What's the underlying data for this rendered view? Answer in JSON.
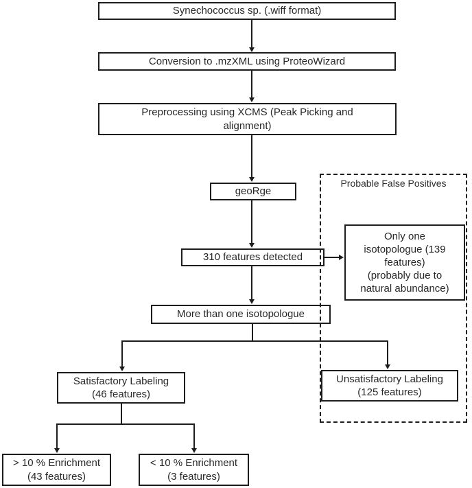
{
  "diagram": {
    "type": "flowchart",
    "nodes": {
      "synechococcus": "Synechococcus sp. (.wiff format)",
      "conversion": "Conversion to .mzXML using ProteoWizard",
      "preprocessing": "Preprocessing using XCMS (Peak Picking and\nalignment)",
      "george": "geoRge",
      "features_detected": "310 features detected",
      "more_than_one": "More than one  isotopologue",
      "only_one_isotopologue": "Only one\nisotopologue (139\nfeatures)\n(probably due to\nnatural abundance)",
      "satisfactory": "Satisfactory Labeling\n(46 features)",
      "unsatisfactory": "Unsatisfactory Labeling\n(125 features)",
      "gt10_enrichment": "> 10 % Enrichment\n(43 features)",
      "lt10_enrichment": "< 10 % Enrichment\n(3 features)"
    },
    "region": {
      "label": "Probable False Positives",
      "style": "dashed",
      "contains": [
        "only_one_isotopologue",
        "unsatisfactory"
      ]
    },
    "edges": [
      {
        "from": "synechococcus",
        "to": "conversion"
      },
      {
        "from": "conversion",
        "to": "preprocessing"
      },
      {
        "from": "preprocessing",
        "to": "george"
      },
      {
        "from": "george",
        "to": "features_detected"
      },
      {
        "from": "features_detected",
        "to": "only_one_isotopologue"
      },
      {
        "from": "features_detected",
        "to": "more_than_one"
      },
      {
        "from": "more_than_one",
        "to": "satisfactory"
      },
      {
        "from": "more_than_one",
        "to": "unsatisfactory"
      },
      {
        "from": "satisfactory",
        "to": "gt10_enrichment"
      },
      {
        "from": "satisfactory",
        "to": "lt10_enrichment"
      }
    ],
    "colors": {
      "line": "#1d1d1d",
      "background": "#ffffff",
      "text": "#282828"
    }
  }
}
